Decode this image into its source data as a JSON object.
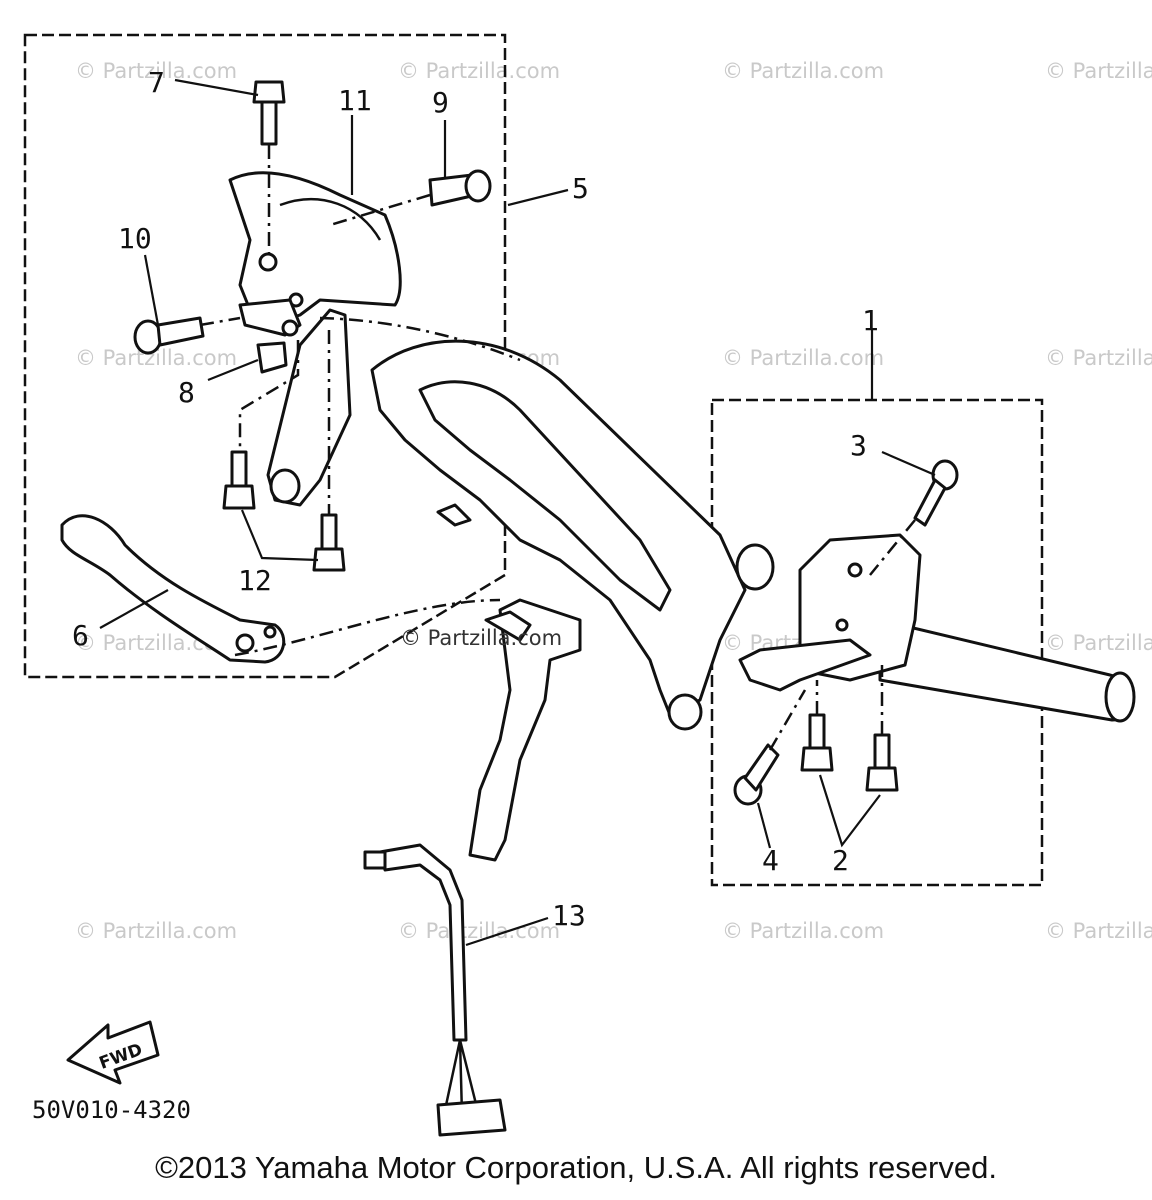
{
  "watermark": "© Partzilla.com",
  "center_watermark": "© Partzilla.com",
  "callouts": {
    "c1": "1",
    "c2": "2",
    "c3": "3",
    "c4": "4",
    "c5": "5",
    "c6": "6",
    "c7": "7",
    "c8": "8",
    "c9": "9",
    "c10": "10",
    "c11": "11",
    "c12": "12",
    "c13": "13"
  },
  "fwd_label": "FWD",
  "diagram_code": "50V010-4320",
  "copyright": "©2013 Yamaha Motor Corporation, U.S.A. All rights reserved."
}
